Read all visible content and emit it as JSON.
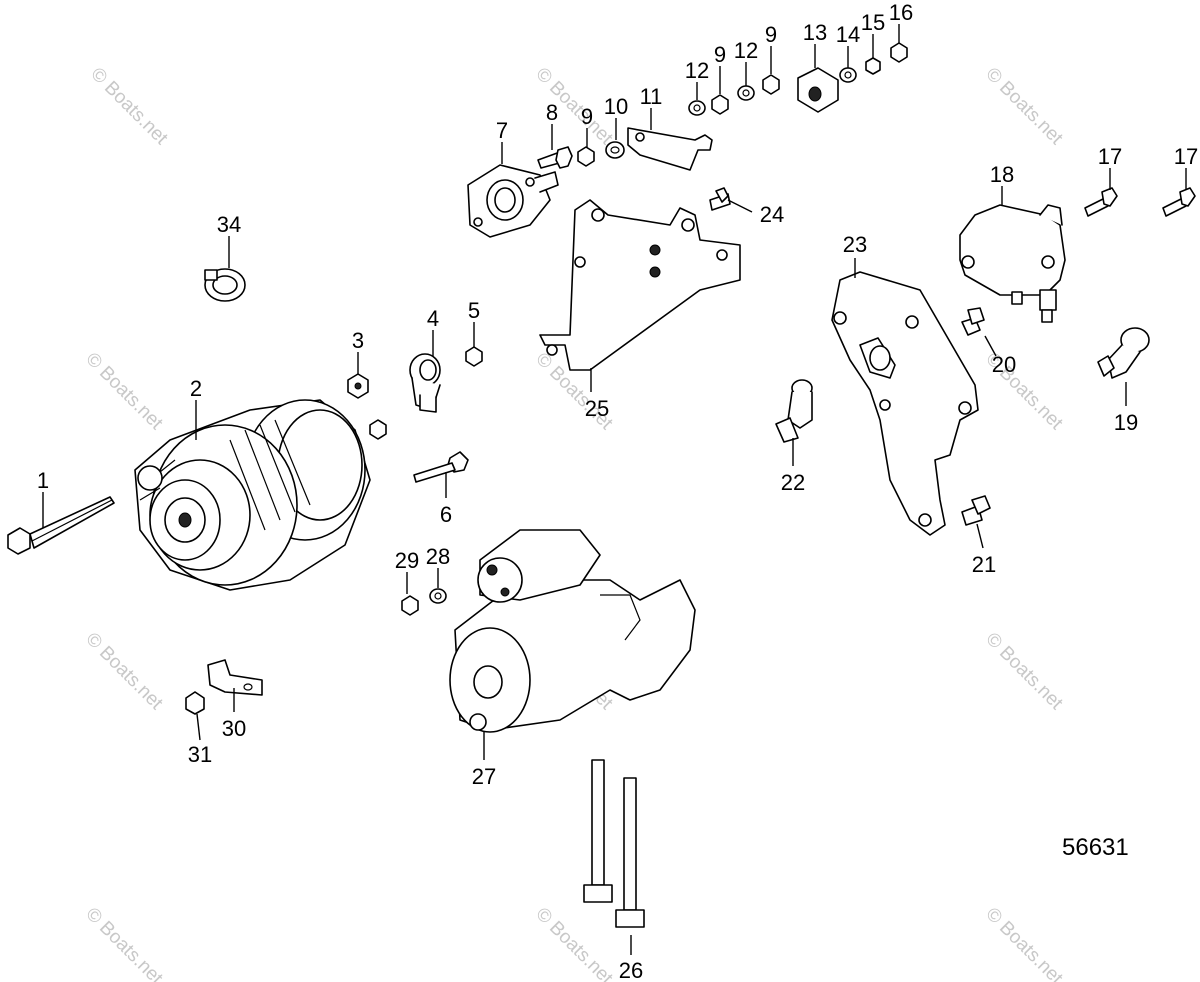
{
  "diagram_ref": "56631",
  "watermark": "© Boats.net",
  "callouts": [
    "1",
    "2",
    "3",
    "4",
    "5",
    "6",
    "7",
    "8",
    "9",
    "10",
    "11",
    "12",
    "12",
    "9",
    "9",
    "13",
    "14",
    "15",
    "16",
    "17",
    "17",
    "18",
    "19",
    "20",
    "21",
    "22",
    "23",
    "24",
    "25",
    "26",
    "27",
    "28",
    "29",
    "30",
    "31",
    "34"
  ],
  "colors": {
    "line": "#000000",
    "background": "#ffffff",
    "watermark": "#c8c8c8"
  }
}
